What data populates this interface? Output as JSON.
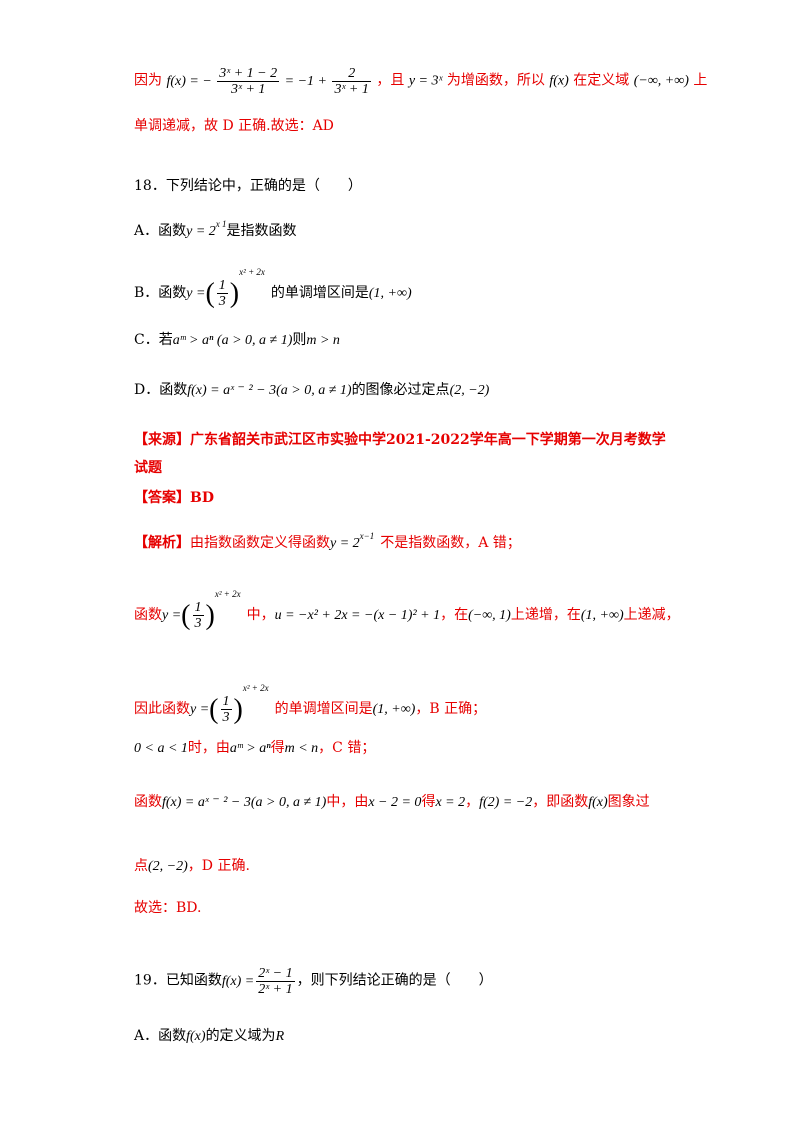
{
  "q17_tail": {
    "t1": "因为",
    "t2": "，且",
    "t3": "为增函数，所以",
    "t4": "在定义域",
    "t5": "上",
    "line2": "单调递减，故 D 正确.故选：AD",
    "m_fx": "f(x) = −",
    "m_frac1_num": "3ˣ + 1 − 2",
    "m_frac1_den": "3ˣ + 1",
    "m_eq2": "= −1 +",
    "m_frac2_num": "2",
    "m_frac2_den": "3ˣ + 1",
    "m_y3x": "y = 3ˣ",
    "m_f": "f(x)",
    "m_domain": "(−∞, +∞)"
  },
  "q18": {
    "stem": "18．下列结论中，正确的是（　　）",
    "a_pre": "A．函数",
    "a_math_base": "y = 2",
    "a_math_exp": "x  1",
    "a_post": "是指数函数",
    "b_pre": "B．函数",
    "b_y": "y =",
    "b_one": "1",
    "b_three": "3",
    "b_exp": "x² + 2x",
    "b_post": "的单调增区间是",
    "b_interval": "(1, +∞)",
    "c_pre": "C．若",
    "c_math": "aᵐ > aⁿ (a > 0, a ≠ 1)",
    "c_mid": "则",
    "c_concl": "m > n",
    "d_pre": "D．函数",
    "d_math": "f(x) = aˣ ⁻ ² − 3(a > 0, a ≠ 1)",
    "d_post": "的图像必过定点",
    "d_point": "(2, −2)"
  },
  "source": {
    "label": "【来源】",
    "text": "广东省韶关市武江区市实验中学2021-2022学年高一下学期第一次月考数学",
    "line2": "试题"
  },
  "answer": {
    "label": "【答案】",
    "text": "BD"
  },
  "analysis": {
    "label": "【解析】",
    "l1_text": "由指数函数定义得函数",
    "l1_math": "y = 2",
    "l1_exp": "x−1",
    "l1_post": "不是指数函数，A 错；",
    "l2_pre": "函数",
    "l2_mid": "中，",
    "l2_u": "u = −x² + 2x = −(x − 1)² + 1",
    "l2_at": "，在",
    "l2_int1": "(−∞, 1)",
    "l2_inc": "上递增，在",
    "l2_int2": "(1, +∞)",
    "l2_dec": "上递减，",
    "l3_pre": "因此函数",
    "l3_post": "的单调增区间是",
    "l3_int": "(1, +∞)",
    "l3_end": "，B 正确；",
    "l4_cond": "0 < a < 1",
    "l4_t1": "时，由",
    "l4_m1": "aᵐ > aⁿ",
    "l4_t2": "得",
    "l4_m2": "m < n",
    "l4_t3": "，C 错；",
    "l5_pre": "函数",
    "l5_f": "f(x) = aˣ ⁻ ² − 3(a > 0, a ≠ 1)",
    "l5_t1": "中，由",
    "l5_m1": "x − 2 = 0",
    "l5_t2": "得",
    "l5_m2": "x = 2",
    "l5_t3": "，",
    "l5_m3": "f(2) = −2",
    "l5_t4": "，即函数",
    "l5_m4": "f(x)",
    "l5_t5": "图象过",
    "l6_pre": "点",
    "l6_point": "(2, −2)",
    "l6_post": "，D 正确.",
    "l7": "故选：BD."
  },
  "q19": {
    "pre": "19．已知函数",
    "f": "f(x) =",
    "num": "2ˣ − 1",
    "den": "2ˣ + 1",
    "post": "，则下列结论正确的是（　　）",
    "a_pre": "A．函数",
    "a_f": "f(x)",
    "a_post": "的定义域为",
    "a_R": "R"
  },
  "colors": {
    "answer_red": "#e60000",
    "text_black": "#000000"
  }
}
